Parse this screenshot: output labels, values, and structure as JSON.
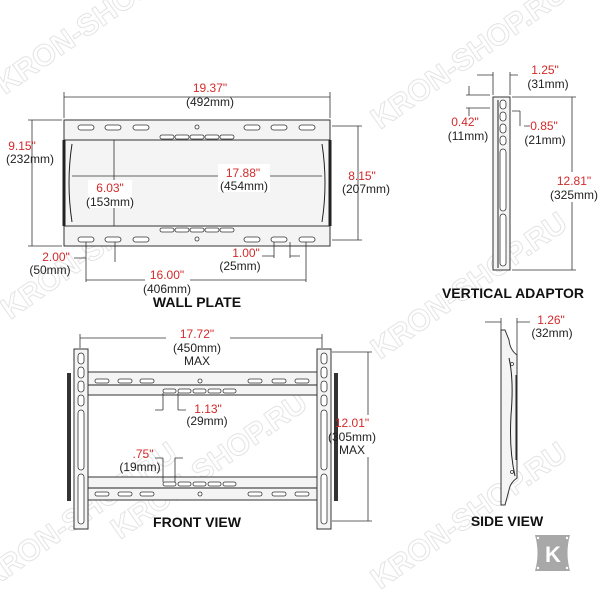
{
  "watermark": "KRON-SHOP.RU",
  "logo": {
    "letter": "K",
    "color": "#a8a8a8"
  },
  "colors": {
    "dimension": "#d42a2a",
    "line": "#222222"
  },
  "wall_plate": {
    "title": "WALL PLATE",
    "width": {
      "in": "19.37\"",
      "mm": "(492mm)"
    },
    "height": {
      "in": "9.15\"",
      "mm": "(232mm)"
    },
    "inner_height": {
      "in": "8.15\"",
      "mm": "(207mm)"
    },
    "inner_width": {
      "in": "17.88\"",
      "mm": "(454mm)"
    },
    "gap": {
      "in": "6.03\"",
      "mm": "(153mm)"
    },
    "edge": {
      "in": "2.00\"",
      "mm": "(50mm)"
    },
    "hole_span": {
      "in": "16.00\"",
      "mm": "(406mm)"
    },
    "slot_pitch": {
      "in": "1.00\"",
      "mm": "(25mm)"
    }
  },
  "vertical_adaptor": {
    "title": "VERTICAL ADAPTOR",
    "width": {
      "in": "1.25\"",
      "mm": "(31mm)"
    },
    "top_offset": {
      "in": "0.42\"",
      "mm": "(11mm)"
    },
    "hole_pitch": {
      "in": "0.85\"",
      "mm": "(21mm)"
    },
    "length": {
      "in": "12.81\"",
      "mm": "(325mm)"
    }
  },
  "front_view": {
    "title": "FRONT VIEW",
    "width": {
      "in": "17.72\"",
      "mm": "(450mm)",
      "note": "MAX"
    },
    "height": {
      "in": "12.01\"",
      "mm": "(305mm)",
      "note": "MAX"
    },
    "slot_pitch": {
      "in": "1.13\"",
      "mm": "(29mm)"
    },
    "slot_width": {
      "in": ".75\"",
      "mm": "(19mm)"
    }
  },
  "side_view": {
    "title": "SIDE VIEW",
    "depth": {
      "in": "1.26\"",
      "mm": "(32mm)"
    }
  }
}
